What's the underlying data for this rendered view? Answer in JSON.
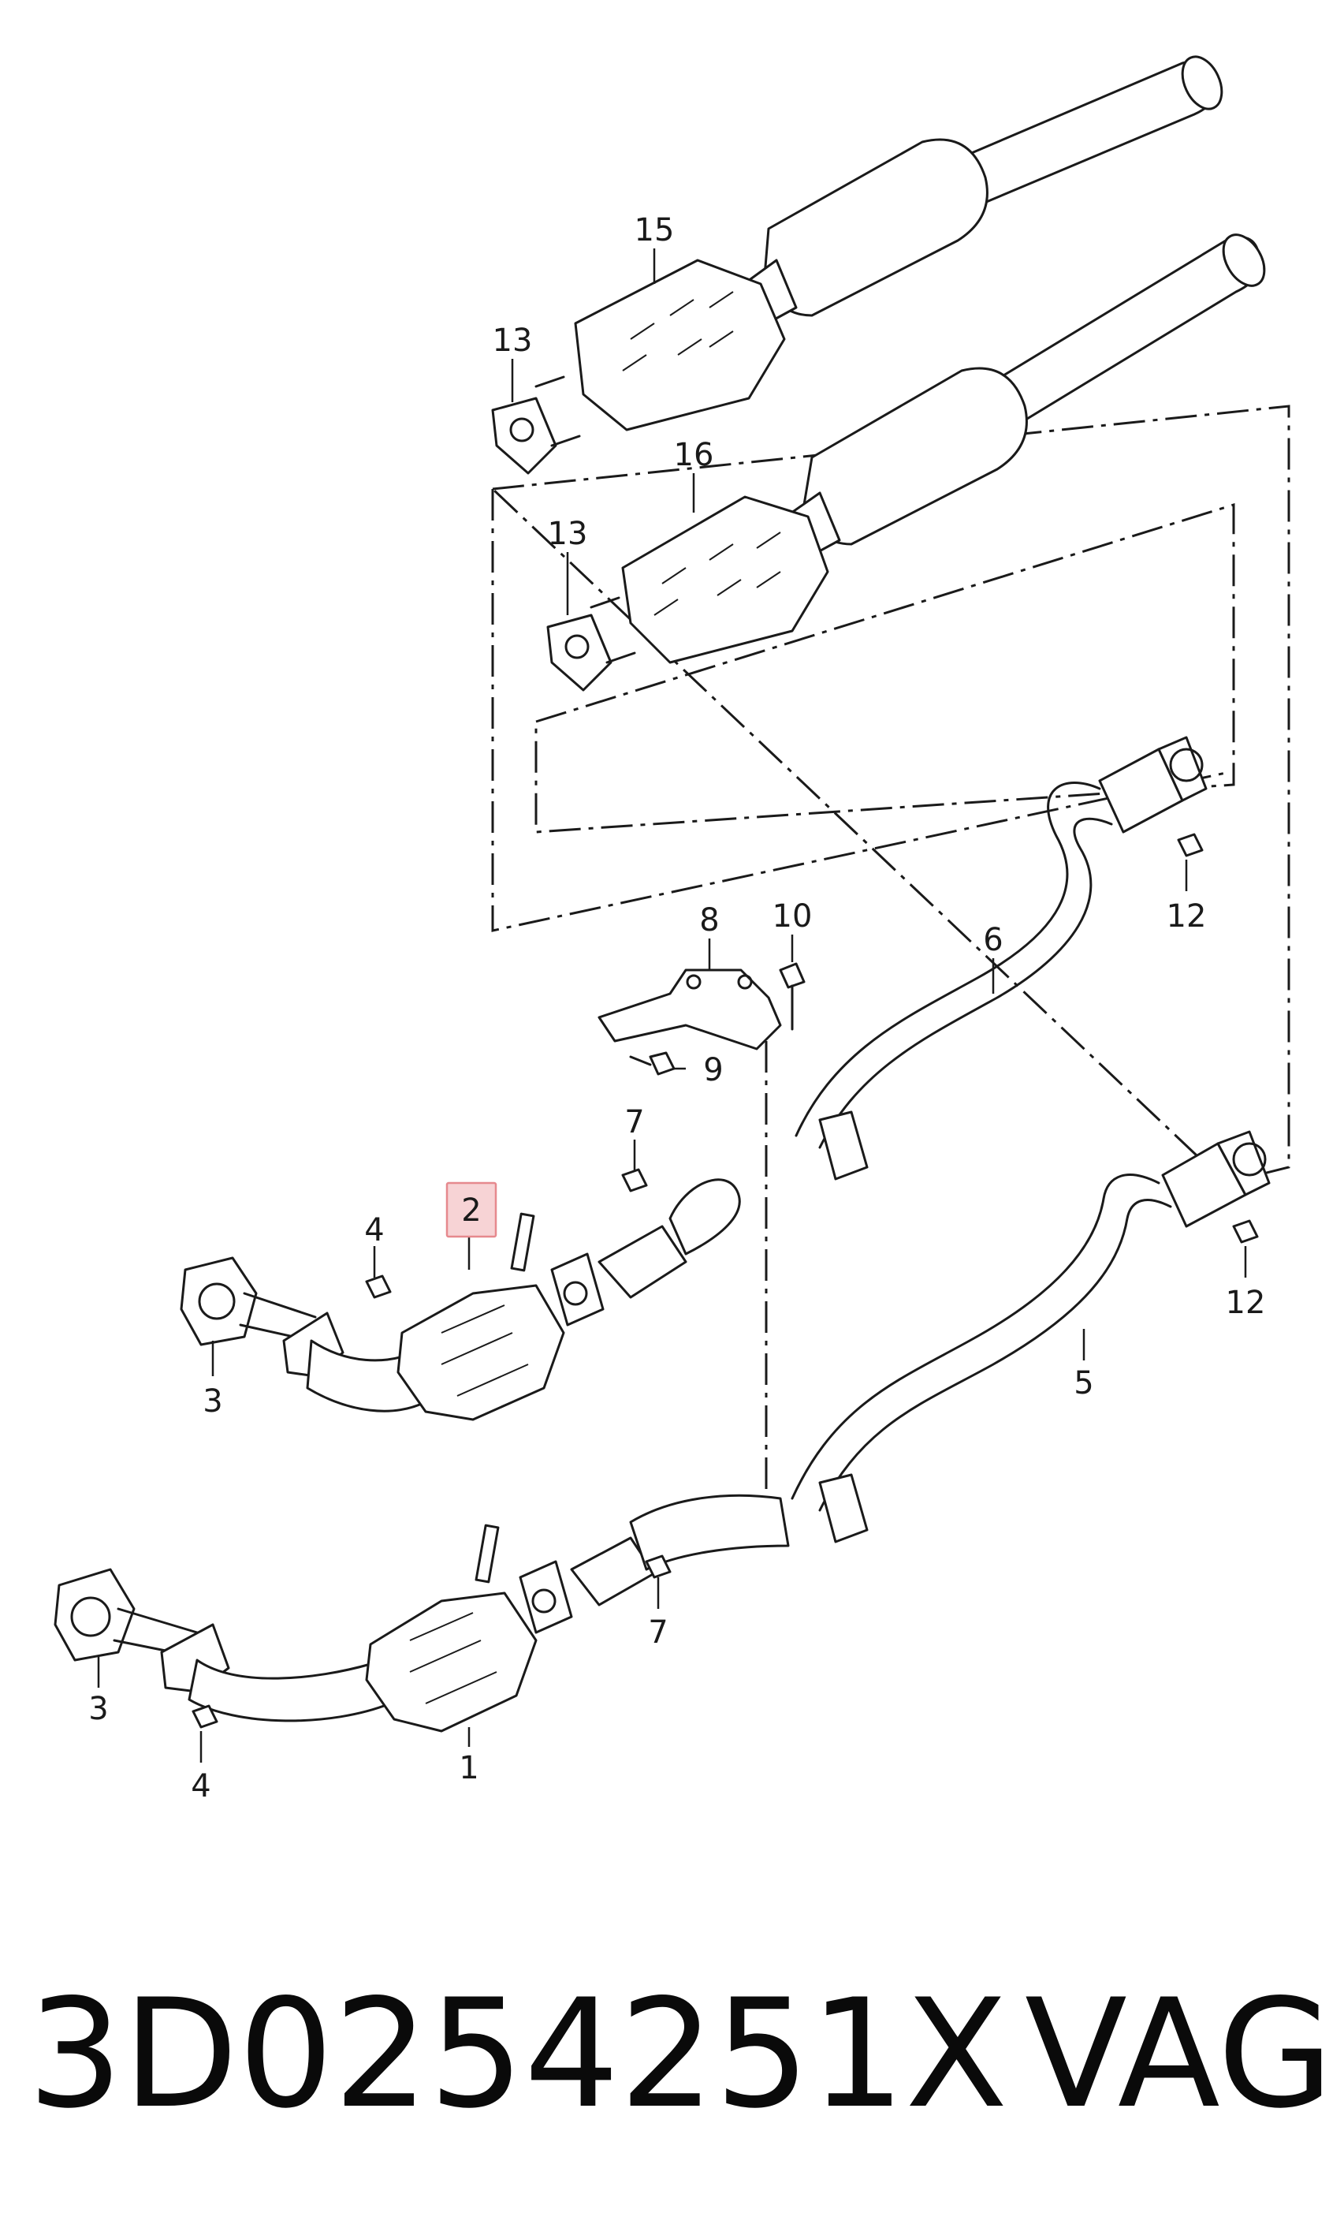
{
  "callouts": {
    "c1": "1",
    "c2": "2",
    "c3a": "3",
    "c3b": "3",
    "c4a": "4",
    "c4b": "4",
    "c5": "5",
    "c6": "6",
    "c7a": "7",
    "c7b": "7",
    "c8": "8",
    "c9": "9",
    "c10": "10",
    "c12a": "12",
    "c12b": "12",
    "c13a": "13",
    "c13b": "13",
    "c15": "15",
    "c16": "16"
  },
  "highlight": {
    "callout": "2",
    "color": "#e6898e",
    "fill": "#f7d3d5"
  },
  "footer": {
    "part_number": "3D0254251X",
    "brand": "VAG"
  }
}
